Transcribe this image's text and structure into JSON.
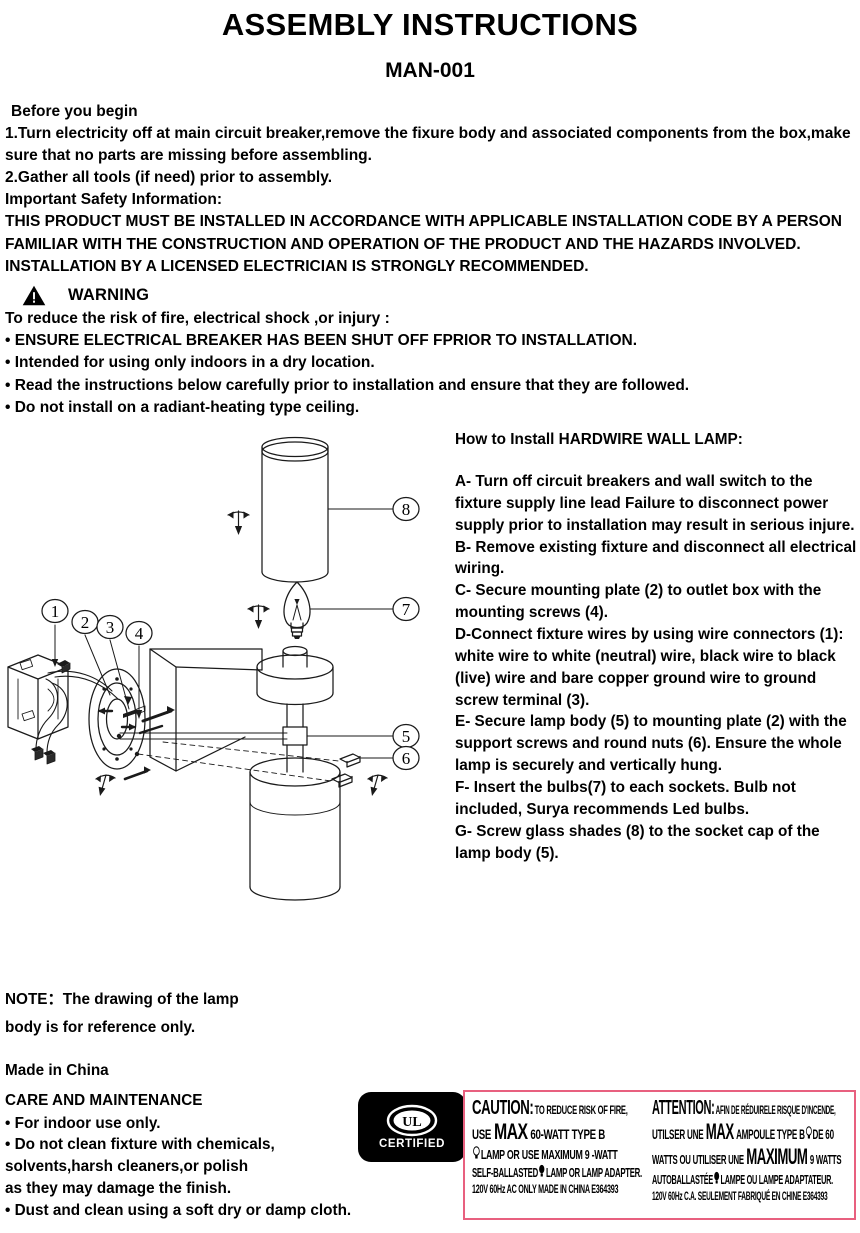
{
  "document": {
    "title": "ASSEMBLY INSTRUCTIONS",
    "model": "MAN-001"
  },
  "before_you_begin": {
    "heading": "Before you begin",
    "steps": [
      "1.Turn electricity off at main circuit breaker,remove the fixure body and associated components from the box,make sure that no parts are missing before assembling.",
      "2.Gather all tools (if need) prior to assembly."
    ]
  },
  "safety": {
    "heading": "Important Safety Information:",
    "body": "THIS PRODUCT MUST BE INSTALLED IN ACCORDANCE WITH APPLICABLE INSTALLATION CODE BY A PERSON FAMILIAR WITH THE CONSTRUCTION AND OPERATION OF THE PRODUCT AND THE HAZARDS INVOLVED. INSTALLATION BY A LICENSED ELECTRICIAN IS STRONGLY RECOMMENDED."
  },
  "warning": {
    "label": "WARNING",
    "intro": "To reduce the risk of fire, electrical shock ,or injury :",
    "bullets": [
      "• ENSURE ELECTRICAL BREAKER HAS BEEN SHUT OFF FPRIOR TO INSTALLATION.",
      "• Intended for using only indoors in a dry location.",
      "• Read the instructions below carefully prior to installation and ensure that they are followed.",
      "• Do not install on a radiant-heating type ceiling."
    ]
  },
  "install": {
    "heading": "How to Install HARDWIRE WALL LAMP:",
    "steps": [
      "A- Turn off circuit breakers and wall switch to the fixture supply line lead Failure to disconnect power supply prior to installation may result in serious injure.",
      "B- Remove existing fixture and disconnect all electrical wiring.",
      "C- Secure mounting plate (2) to outlet box with the mounting screws (4).",
      "D-Connect fixture wires by using wire connectors (1): white wire to white (neutral) wire, black wire to black (live) wire and bare copper ground wire to ground screw terminal (3).",
      "E- Secure lamp body (5) to mounting plate (2) with the support screws and round nuts (6).  Ensure the whole lamp is securely and vertically hung.",
      "F- Insert the bulbs(7) to each sockets. Bulb not included, Surya recommends Led bulbs.",
      "G- Screw glass shades (8) to the socket cap of the lamp body (5)."
    ]
  },
  "diagram": {
    "callouts": [
      {
        "id": "1",
        "label": "1"
      },
      {
        "id": "2",
        "label": "2"
      },
      {
        "id": "3",
        "label": "3"
      },
      {
        "id": "4",
        "label": "4"
      },
      {
        "id": "5",
        "label": "5"
      },
      {
        "id": "6",
        "label": "6"
      },
      {
        "id": "7",
        "label": "7"
      },
      {
        "id": "8",
        "label": "8"
      }
    ]
  },
  "note": {
    "line1": "NOTE：The drawing of the lamp",
    "line2": "body is for reference only.",
    "made_in": "Made in China"
  },
  "care": {
    "heading": "CARE AND MAINTENANCE",
    "bullets": [
      "• For indoor use only.",
      "• Do not clean fixture with chemicals,",
      "solvents,harsh cleaners,or polish",
      "as they may damage the finish.",
      "• Dust and clean using a soft dry or damp cloth."
    ]
  },
  "ul_badge": {
    "mark": "UL",
    "text": "CERTIFIED"
  },
  "caution_label": {
    "border_color": "#e8607f",
    "english": {
      "word": "CAUTION:",
      "l1": "TO REDUCE RISK OF FIRE,",
      "l2_a": "USE",
      "l2_max": "MAX",
      "l2_b": "60-WATT TYPE B",
      "l3": "LAMP OR USE MAXIMUM  9  -WATT",
      "l4_a": "SELF-BALLASTED",
      "l4_b": "LAMP OR LAMP ADAPTER.",
      "l5": "120V 60Hz AC ONLY MADE IN CHINA  E364393"
    },
    "french": {
      "word": "ATTENTION:",
      "l1": "AFIN DE RÉDUIRELE RISQUE D'INCENDE,",
      "l2_a": "UTILSER UNE",
      "l2_max": "MAX",
      "l2_b": "AMPOULE TYPE B",
      "l2_c": "DE 60",
      "l3_a": "WATTS OU UTILISER UNE",
      "l3_max": "MAXIMUM",
      "l3_b": "9 WATTS",
      "l4_a": "AUTOBALLASTÉE",
      "l4_b": "LAMPE OU LAMPE ADAPTATEUR.",
      "l5": "120V 60Hz C.A. SEULEMENT FABRIQUÉ EN CHINE  E364393"
    }
  }
}
